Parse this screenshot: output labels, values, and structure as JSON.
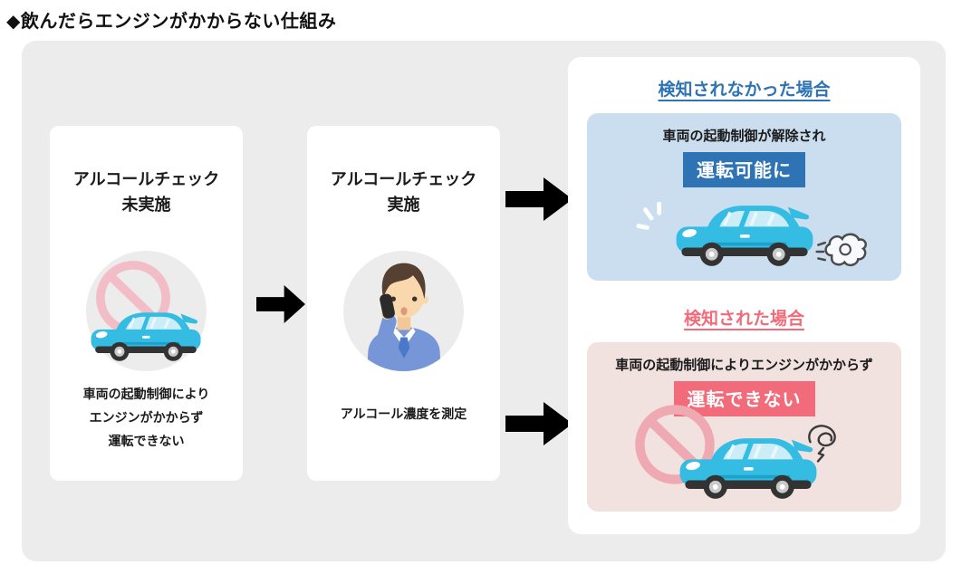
{
  "title": "◆飲んだらエンジンがかからない仕組み",
  "flow": {
    "step_unchecked": {
      "heading_line1": "アルコールチェック",
      "heading_line2": "未実施",
      "caption_line1": "車両の起動制御により",
      "caption_line2": "エンジンがかからず",
      "caption_line3": "運転できない"
    },
    "step_checked": {
      "heading_line1": "アルコールチェック",
      "heading_line2": "実施",
      "caption": "アルコール濃度を測定"
    },
    "outcome_not_detected": {
      "heading": "検知されなかった場合",
      "description": "車両の起動制御が解除され",
      "badge": "運転可能に"
    },
    "outcome_detected": {
      "heading": "検知された場合",
      "description": "車両の起動制御によりエンジンがかからず",
      "badge": "運転できない"
    }
  },
  "icons": {
    "car": "car-icon",
    "no_entry": "no-entry-icon",
    "person_breathalyzer": "person-breathalyzer-icon",
    "exhaust": "exhaust-puff-icon",
    "sparkle": "sparkle-icon",
    "engine_stall": "engine-stall-squiggle-icon",
    "arrow": "flow-arrow-icon"
  },
  "colors": {
    "accent_blue": "#2E74B5",
    "accent_pink": "#F16B7B",
    "panel_blue_bg": "#CBDEEF",
    "panel_pink_bg": "#F1E2DF",
    "container_bg": "#ECECEC",
    "arrow_gray": "#B4B4B4",
    "car_body": "#35BCE3",
    "ban_pink": "#EFA9B2"
  }
}
